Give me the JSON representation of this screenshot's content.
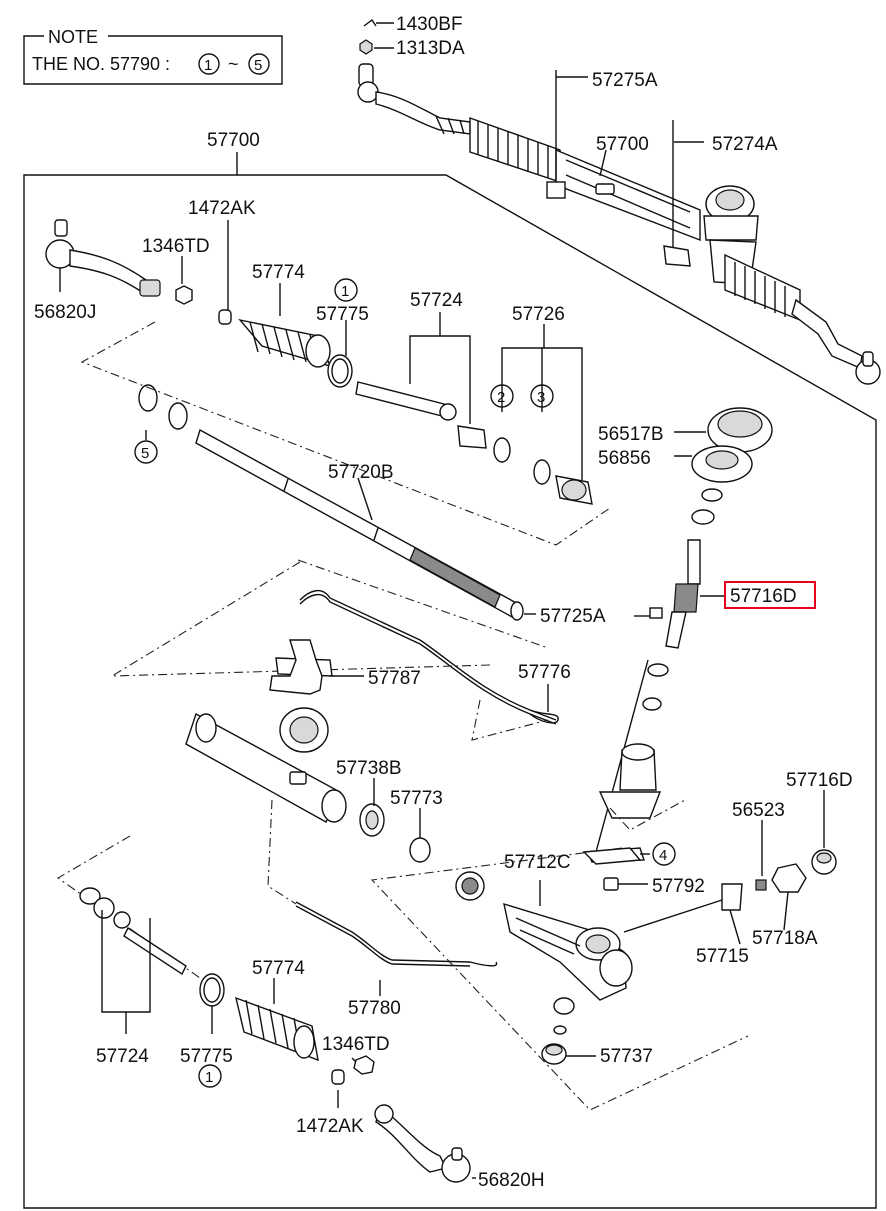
{
  "note": {
    "heading": "NOTE",
    "text": "THE NO. 57790 :",
    "range_start": "1",
    "range_sep": "~",
    "range_end": "5"
  },
  "labels": {
    "p1430BF": "1430BF",
    "p1313DA": "1313DA",
    "p57275A": "57275A",
    "p57700_top": "57700",
    "p57700_main": "57700",
    "p57274A": "57274A",
    "p1472AK_top": "1472AK",
    "p1346TD_top": "1346TD",
    "p56820J": "56820J",
    "p57774_top": "57774",
    "p57775_top": "57775",
    "p57724_top": "57724",
    "p57726": "57726",
    "p57720B": "57720B",
    "p56517B": "56517B",
    "p56856": "56856",
    "p57716D_sel": "57716D",
    "p57725A": "57725A",
    "p57787": "57787",
    "p57776": "57776",
    "p57738B": "57738B",
    "p57773": "57773",
    "p57716D_low": "57716D",
    "p56523": "56523",
    "p57712C": "57712C",
    "p57792": "57792",
    "p57715": "57715",
    "p57718A": "57718A",
    "p57774_low": "57774",
    "p1346TD_low": "1346TD",
    "p57780": "57780",
    "p57724_low": "57724",
    "p57775_low": "57775",
    "p57737": "57737",
    "p1472AK_low": "1472AK",
    "p56820H": "56820H"
  },
  "circled": {
    "c1_top": "1",
    "c2": "2",
    "c3": "3",
    "c5": "5",
    "c4": "4",
    "c1_low": "1"
  },
  "highlight_color": "#e3001b"
}
